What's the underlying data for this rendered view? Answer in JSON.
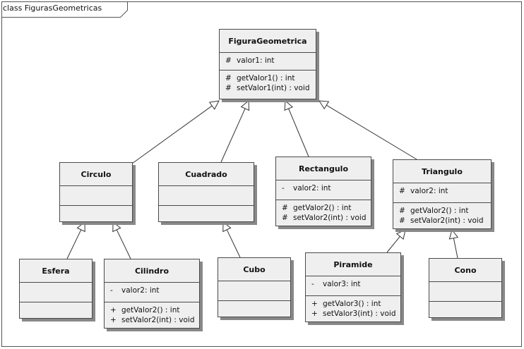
{
  "frame_title": "class FigurasGeometricas",
  "classes": {
    "figura": {
      "name": "FiguraGeometrica",
      "attributes": [
        {
          "vis": "#",
          "text": "valor1:  int"
        }
      ],
      "operations": [
        {
          "vis": "#",
          "text": "getValor1() : int"
        },
        {
          "vis": "#",
          "text": "setValor1(int) : void"
        }
      ]
    },
    "circulo": {
      "name": "Circulo"
    },
    "cuadrado": {
      "name": "Cuadrado"
    },
    "rectangulo": {
      "name": "Rectangulo",
      "attributes": [
        {
          "vis": "-",
          "text": "valor2:  int"
        }
      ],
      "operations": [
        {
          "vis": "#",
          "text": "getValor2() : int"
        },
        {
          "vis": "#",
          "text": "setValor2(int) : void"
        }
      ]
    },
    "triangulo": {
      "name": "Triangulo",
      "attributes": [
        {
          "vis": "#",
          "text": "valor2:  int"
        }
      ],
      "operations": [
        {
          "vis": "#",
          "text": "getValor2() : int"
        },
        {
          "vis": "#",
          "text": "setValor2(int) : void"
        }
      ]
    },
    "esfera": {
      "name": "Esfera"
    },
    "cilindro": {
      "name": "Cilindro",
      "attributes": [
        {
          "vis": "-",
          "text": "valor2:  int"
        }
      ],
      "operations": [
        {
          "vis": "+",
          "text": "getValor2() : int"
        },
        {
          "vis": "+",
          "text": "setValor2(int) : void"
        }
      ]
    },
    "cubo": {
      "name": "Cubo"
    },
    "piramide": {
      "name": "Piramide",
      "attributes": [
        {
          "vis": "-",
          "text": "valor3:  int"
        }
      ],
      "operations": [
        {
          "vis": "+",
          "text": "getValor3() : int"
        },
        {
          "vis": "+",
          "text": "setValor3(int) : void"
        }
      ]
    },
    "cono": {
      "name": "Cono"
    }
  },
  "generalizations": [
    {
      "child": "circulo",
      "parent": "figura"
    },
    {
      "child": "cuadrado",
      "parent": "figura"
    },
    {
      "child": "rectangulo",
      "parent": "figura"
    },
    {
      "child": "triangulo",
      "parent": "figura"
    },
    {
      "child": "esfera",
      "parent": "circulo"
    },
    {
      "child": "cilindro",
      "parent": "circulo"
    },
    {
      "child": "cubo",
      "parent": "cuadrado"
    },
    {
      "child": "piramide",
      "parent": "triangulo"
    },
    {
      "child": "cono",
      "parent": "triangulo"
    }
  ]
}
